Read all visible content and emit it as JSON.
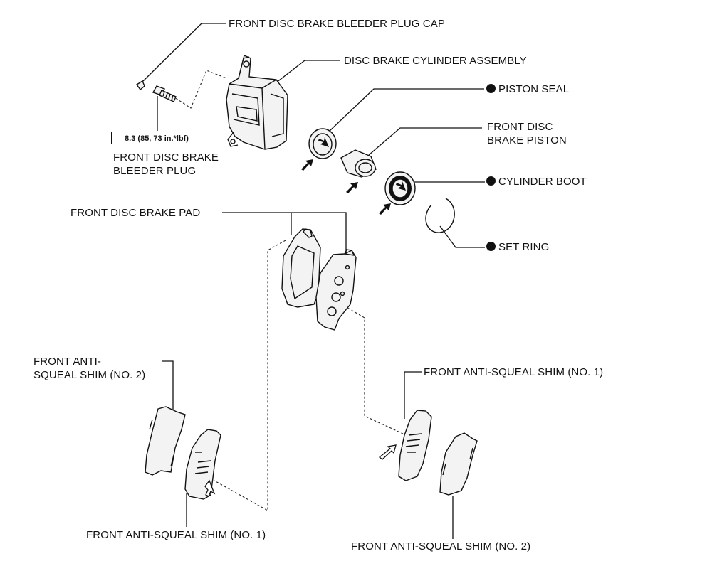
{
  "labels": {
    "bleeder_plug_cap": "FRONT DISC BRAKE BLEEDER PLUG CAP",
    "cylinder_assembly": "DISC BRAKE CYLINDER ASSEMBLY",
    "piston_seal": "PISTON SEAL",
    "brake_piston_line1": "FRONT DISC",
    "brake_piston_line2": "BRAKE PISTON",
    "cylinder_boot": "CYLINDER BOOT",
    "set_ring": "SET RING",
    "torque_spec": "8.3 (85, 73 in.*lbf)",
    "bleeder_plug_line1": "FRONT DISC BRAKE",
    "bleeder_plug_line2": "BLEEDER PLUG",
    "brake_pad": "FRONT DISC BRAKE PAD",
    "shim_no2_left_line1": "FRONT ANTI-",
    "shim_no2_left_line2": "SQUEAL SHIM (NO. 2)",
    "shim_no1_right": "FRONT ANTI-SQUEAL SHIM (NO. 1)",
    "shim_no1_left": "FRONT ANTI-SQUEAL SHIM (NO. 1)",
    "shim_no2_right": "FRONT ANTI-SQUEAL SHIM (NO. 2)"
  },
  "colors": {
    "ink": "#111111",
    "part_fill": "#f3f3f3",
    "background": "#ffffff"
  },
  "icons": {
    "replace_marker": "filled-circle-icon",
    "apply_grease": "solid-arrow-icon",
    "pad_orientation": "hollow-arrow-icon"
  }
}
